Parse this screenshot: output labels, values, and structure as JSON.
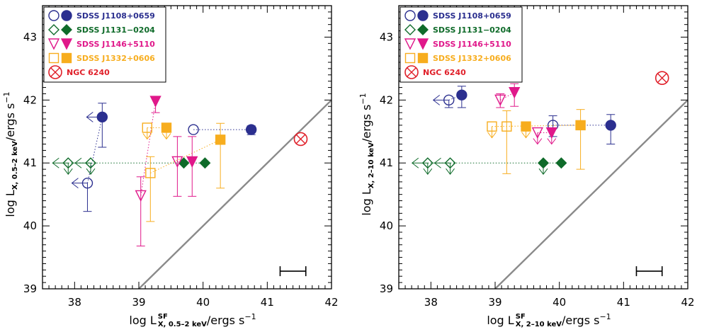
{
  "chart_data": [
    {
      "type": "scatter",
      "id": "left",
      "xlabel_main": "log L",
      "xlabel_sup": "SF",
      "xlabel_sub": "X, 0.5–2 keV",
      "xlabel_tail": "/ergs s",
      "xlabel_exp": "−1",
      "ylabel_main": "log L",
      "ylabel_sub": "X, 0.5–2 keV",
      "ylabel_tail": "/ergs s",
      "ylabel_exp": "−1",
      "xlim": [
        37.5,
        42
      ],
      "ylim": [
        39,
        43.5
      ],
      "xticks": [
        "38",
        "39",
        "40",
        "41",
        "42"
      ],
      "yticks": [
        "39",
        "40",
        "41",
        "42",
        "43"
      ],
      "points": [
        {
          "series": "J1108",
          "x": 38.2,
          "y": 40.68,
          "filled": false,
          "err_lo": 0.45,
          "err_hi": 0.0,
          "left_arrow": true
        },
        {
          "series": "J1108",
          "x": 38.43,
          "y": 41.73,
          "filled": true,
          "err_lo": 0.48,
          "err_hi": 0.22,
          "left_arrow": true
        },
        {
          "series": "J1108",
          "x": 39.85,
          "y": 41.53,
          "filled": false,
          "err_lo": 0.0,
          "err_hi": 0.0,
          "left_arrow": false
        },
        {
          "series": "J1108",
          "x": 40.75,
          "y": 41.53,
          "filled": true,
          "err_lo": 0.08,
          "err_hi": 0.06,
          "left_arrow": false
        },
        {
          "series": "J1131",
          "x": 37.9,
          "y": 41.0,
          "filled": false,
          "err_lo": 0.0,
          "err_hi": 0.0,
          "left_arrow": true,
          "down_arrow": true
        },
        {
          "series": "J1131",
          "x": 38.25,
          "y": 41.0,
          "filled": false,
          "err_lo": 0.0,
          "err_hi": 0.0,
          "left_arrow": true,
          "down_arrow": true
        },
        {
          "series": "J1131",
          "x": 39.7,
          "y": 41.0,
          "filled": true,
          "err_lo": 0.0,
          "err_hi": 0.0,
          "left_arrow": false,
          "down_arrow": false
        },
        {
          "series": "J1131",
          "x": 40.03,
          "y": 41.0,
          "filled": true,
          "err_lo": 0.0,
          "err_hi": 0.0,
          "left_arrow": false,
          "down_arrow": false
        },
        {
          "series": "J1146",
          "x": 39.03,
          "y": 40.48,
          "filled": false,
          "err_lo": 0.8,
          "err_hi": 0.3,
          "left_arrow": false
        },
        {
          "series": "J1146",
          "x": 39.26,
          "y": 41.98,
          "filled": true,
          "err_lo": 0.18,
          "err_hi": 0.08,
          "left_arrow": false
        },
        {
          "series": "J1146",
          "x": 39.6,
          "y": 41.02,
          "filled": false,
          "err_lo": 0.55,
          "err_hi": 0.4,
          "left_arrow": false
        },
        {
          "series": "J1146",
          "x": 39.83,
          "y": 41.02,
          "filled": true,
          "err_lo": 0.55,
          "err_hi": 0.4,
          "left_arrow": false
        },
        {
          "series": "J1332",
          "x": 39.18,
          "y": 40.84,
          "filled": false,
          "err_lo": 0.77,
          "err_hi": 0.26,
          "left_arrow": false
        },
        {
          "series": "J1332",
          "x": 39.13,
          "y": 41.56,
          "filled": false,
          "err_lo": 0.0,
          "err_hi": 0.0,
          "left_arrow": false,
          "down_arrow": true
        },
        {
          "series": "J1332",
          "x": 39.43,
          "y": 41.56,
          "filled": true,
          "err_lo": 0.0,
          "err_hi": 0.0,
          "left_arrow": false,
          "down_arrow": true
        },
        {
          "series": "J1332",
          "x": 40.27,
          "y": 41.37,
          "filled": true,
          "err_lo": 0.77,
          "err_hi": 0.26,
          "left_arrow": false
        },
        {
          "series": "NGC",
          "x": 41.52,
          "y": 41.38,
          "filled": false,
          "err_lo": 0.0,
          "err_hi": 0.0,
          "left_arrow": false
        }
      ],
      "dotted_links": [
        {
          "series": "J1108",
          "pts": [
            [
              38.2,
              40.68
            ],
            [
              38.43,
              41.73
            ]
          ]
        },
        {
          "series": "J1108",
          "pts": [
            [
              39.85,
              41.53
            ],
            [
              40.75,
              41.53
            ]
          ]
        },
        {
          "series": "J1131",
          "pts": [
            [
              37.9,
              41.0
            ],
            [
              40.03,
              41.0
            ]
          ]
        },
        {
          "series": "J1146",
          "pts": [
            [
              39.03,
              40.48
            ],
            [
              39.26,
              41.98
            ]
          ]
        },
        {
          "series": "J1146",
          "pts": [
            [
              39.6,
              41.02
            ],
            [
              39.83,
              41.02
            ]
          ]
        },
        {
          "series": "J1332",
          "pts": [
            [
              39.18,
              40.84
            ],
            [
              40.27,
              41.37
            ]
          ]
        },
        {
          "series": "J1332",
          "pts": [
            [
              39.13,
              41.56
            ],
            [
              39.43,
              41.56
            ]
          ]
        }
      ],
      "one_to_one_line": [
        [
          39.0,
          39.0
        ],
        [
          42.0,
          42.0
        ]
      ],
      "scale_bar": {
        "x0": 41.2,
        "x1": 41.6,
        "y": 39.28
      }
    },
    {
      "type": "scatter",
      "id": "right",
      "xlabel_main": "log L",
      "xlabel_sup": "SF",
      "xlabel_sub": "X, 2–10 keV",
      "xlabel_tail": "/ergs s",
      "xlabel_exp": "−1",
      "ylabel_main": "log L",
      "ylabel_sub": "X, 2–10 keV",
      "ylabel_tail": "/ergs s",
      "ylabel_exp": "−1",
      "xlim": [
        37.5,
        42
      ],
      "ylim": [
        39,
        43.5
      ],
      "xticks": [
        "38",
        "39",
        "40",
        "41",
        "42"
      ],
      "yticks": [
        "39",
        "40",
        "41",
        "42",
        "43"
      ],
      "points": [
        {
          "series": "J1108",
          "x": 38.28,
          "y": 42.0,
          "filled": false,
          "err_lo": 0.12,
          "err_hi": 0.0,
          "left_arrow": true
        },
        {
          "series": "J1108",
          "x": 38.48,
          "y": 42.08,
          "filled": true,
          "err_lo": 0.2,
          "err_hi": 0.14,
          "left_arrow": false
        },
        {
          "series": "J1108",
          "x": 39.9,
          "y": 41.6,
          "filled": false,
          "err_lo": 0.18,
          "err_hi": 0.15,
          "left_arrow": false
        },
        {
          "series": "J1108",
          "x": 40.8,
          "y": 41.6,
          "filled": true,
          "err_lo": 0.3,
          "err_hi": 0.17,
          "left_arrow": false
        },
        {
          "series": "J1131",
          "x": 37.95,
          "y": 41.0,
          "filled": false,
          "err_lo": 0.0,
          "err_hi": 0.0,
          "left_arrow": true,
          "down_arrow": true
        },
        {
          "series": "J1131",
          "x": 38.3,
          "y": 41.0,
          "filled": false,
          "err_lo": 0.0,
          "err_hi": 0.0,
          "left_arrow": true,
          "down_arrow": true
        },
        {
          "series": "J1131",
          "x": 39.75,
          "y": 41.0,
          "filled": true,
          "err_lo": 0.0,
          "err_hi": 0.0,
          "left_arrow": false,
          "down_arrow": true
        },
        {
          "series": "J1131",
          "x": 40.03,
          "y": 41.0,
          "filled": true,
          "err_lo": 0.0,
          "err_hi": 0.0,
          "left_arrow": false,
          "down_arrow": false
        },
        {
          "series": "J1146",
          "x": 39.08,
          "y": 42.0,
          "filled": false,
          "err_lo": 0.12,
          "err_hi": 0.1,
          "left_arrow": false
        },
        {
          "series": "J1146",
          "x": 39.3,
          "y": 42.12,
          "filled": true,
          "err_lo": 0.22,
          "err_hi": 0.14,
          "left_arrow": false
        },
        {
          "series": "J1146",
          "x": 39.66,
          "y": 41.48,
          "filled": false,
          "err_lo": 0.0,
          "err_hi": 0.0,
          "left_arrow": false,
          "down_arrow": true
        },
        {
          "series": "J1146",
          "x": 39.88,
          "y": 41.48,
          "filled": true,
          "err_lo": 0.0,
          "err_hi": 0.0,
          "left_arrow": false,
          "down_arrow": true
        },
        {
          "series": "J1332",
          "x": 38.95,
          "y": 41.58,
          "filled": false,
          "err_lo": 0.0,
          "err_hi": 0.0,
          "left_arrow": false,
          "down_arrow": true
        },
        {
          "series": "J1332",
          "x": 39.18,
          "y": 41.58,
          "filled": false,
          "err_lo": 0.75,
          "err_hi": 0.25,
          "left_arrow": false
        },
        {
          "series": "J1332",
          "x": 39.48,
          "y": 41.58,
          "filled": true,
          "err_lo": 0.0,
          "err_hi": 0.0,
          "left_arrow": false,
          "down_arrow": true
        },
        {
          "series": "J1332",
          "x": 40.33,
          "y": 41.6,
          "filled": true,
          "err_lo": 0.7,
          "err_hi": 0.25,
          "left_arrow": false
        },
        {
          "series": "NGC",
          "x": 41.6,
          "y": 42.35,
          "filled": false,
          "err_lo": 0.0,
          "err_hi": 0.0,
          "left_arrow": false
        }
      ],
      "dotted_links": [
        {
          "series": "J1108",
          "pts": [
            [
              38.28,
              42.0
            ],
            [
              38.48,
              42.08
            ]
          ]
        },
        {
          "series": "J1108",
          "pts": [
            [
              39.9,
              41.6
            ],
            [
              40.8,
              41.6
            ]
          ]
        },
        {
          "series": "J1131",
          "pts": [
            [
              37.95,
              41.0
            ],
            [
              40.03,
              41.0
            ]
          ]
        },
        {
          "series": "J1146",
          "pts": [
            [
              39.08,
              42.0
            ],
            [
              39.3,
              42.12
            ]
          ]
        },
        {
          "series": "J1146",
          "pts": [
            [
              39.66,
              41.48
            ],
            [
              39.88,
              41.48
            ]
          ]
        },
        {
          "series": "J1332",
          "pts": [
            [
              38.95,
              41.58
            ],
            [
              40.33,
              41.6
            ]
          ]
        }
      ],
      "one_to_one_line": [
        [
          39.0,
          39.0
        ],
        [
          42.0,
          42.0
        ]
      ],
      "scale_bar": {
        "x0": 41.2,
        "x1": 41.6,
        "y": 39.28
      }
    }
  ],
  "legend": [
    {
      "key": "J1108",
      "label": "SDSS J1108+0659",
      "color": "#2b2f8f",
      "shape": "circle"
    },
    {
      "key": "J1131",
      "label": "SDSS J1131−0204",
      "color": "#0f6b2a",
      "shape": "diamond"
    },
    {
      "key": "J1146",
      "label": "SDSS J1146+5110",
      "color": "#e0188a",
      "shape": "triangle"
    },
    {
      "key": "J1332",
      "label": "SDSS J1332+0606",
      "color": "#f7ad1e",
      "shape": "square"
    },
    {
      "key": "NGC",
      "label": "NGC 6240",
      "color": "#e0202a",
      "shape": "circlex"
    }
  ],
  "colors": {
    "one_to_one": "#8a8a8a",
    "axis": "#000000",
    "scale_bar": "#000000"
  }
}
